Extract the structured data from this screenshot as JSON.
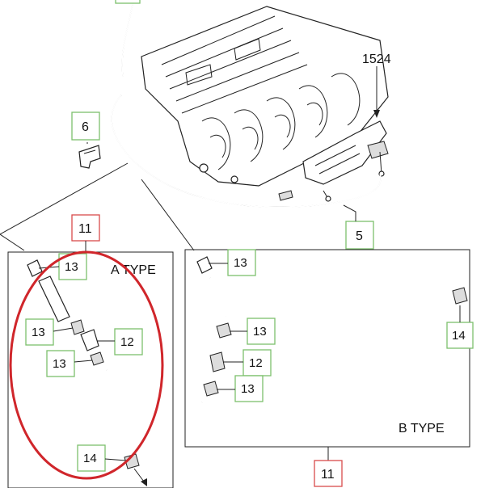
{
  "callouts": {
    "c1524": "1524",
    "c5": "5",
    "c6": "6",
    "c11_top": "11",
    "c11_bottom": "11",
    "a13_top": "13",
    "a13_mid": "13",
    "a12": "12",
    "a13_low": "13",
    "a14": "14",
    "b13_top": "13",
    "b13_mid": "13",
    "b12": "12",
    "b13_low": "13",
    "b14": "14"
  },
  "panels": {
    "a_type": "A TYPE",
    "b_type": "B TYPE"
  },
  "colors": {
    "callout_green": "#7cc06c",
    "callout_red": "#d94c4c",
    "highlight_ellipse": "#d0262b"
  }
}
